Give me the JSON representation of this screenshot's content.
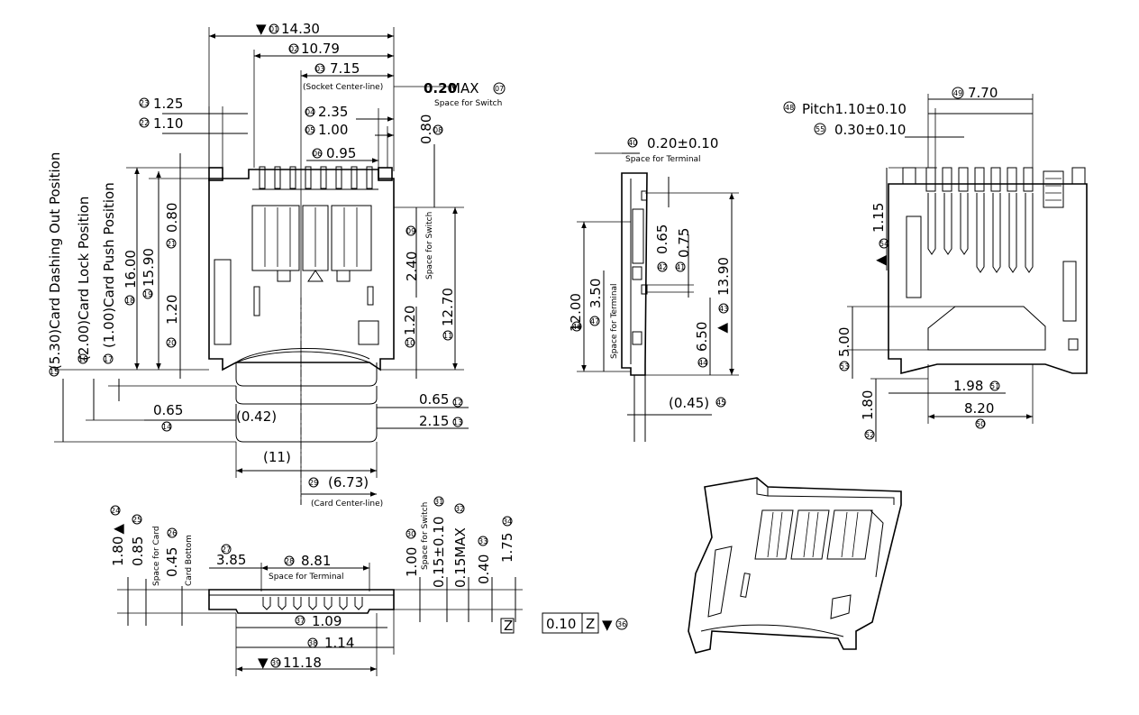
{
  "dims": {
    "d01": "14.30",
    "d02": "10.79",
    "d03": "7.15",
    "d04": "2.35",
    "d05": "1.00",
    "d06": "0.95",
    "d07": "0.20",
    "d07_suffix": "MAX",
    "d07_note": "Space for Switch",
    "d03_note": "(Socket Center-line)",
    "d08": "0.80",
    "d09_note": "Space for Switch",
    "d10": "2.40",
    "d11": "12.70",
    "d12": "0.65",
    "d13": "2.15",
    "d14": "0.65",
    "d15": "(5.30)Card Dashing Out Position",
    "d16": "(2.00)Card Lock Position",
    "d17": "(1.00)Card Push Position",
    "d18": "16.00",
    "d19": "15.90",
    "d20": "1.20",
    "d21": "0.80",
    "d22": "1.10",
    "d23": "1.25",
    "d42x": "(0.42)",
    "d11x": "(11)",
    "d29": "(6.73)",
    "d29_note": "(Card Center-line)",
    "d10b": "1.20",
    "d24": "1.80",
    "d25": "0.85",
    "d25_note": "Space for Card",
    "d26": "0.45",
    "d26_note": "Card Bottom",
    "d27": "3.85",
    "d28": "8.81",
    "d28_note": "Space for Terminal",
    "d30": "1.00",
    "d30_note": "Space for Switch",
    "d31": "0.15±0.10",
    "d32": "0.15MAX",
    "d33": "0.40",
    "d34": "1.75",
    "d36": "0.10",
    "d36_ref": "Z",
    "d37": "1.09",
    "d38": "1.14",
    "d39": "11.18",
    "z_label": "Z",
    "d40": "0.20±0.10",
    "d40_note": "Space for Terminal",
    "d41": "0.75",
    "d42": "0.65",
    "d43": "13.90",
    "d44": "6.50",
    "d45": "(0.45)",
    "d46": "12.00",
    "d47": "3.50",
    "d47_note": "Space for Terminal",
    "d48": "Pitch1.10±0.10",
    "d49": "7.70",
    "d50": "8.20",
    "d51": "1.98",
    "d52": "1.80",
    "d53": "5.00",
    "d54": "1.15",
    "d55": "0.30±0.10"
  },
  "balloons": {
    "b01": "01",
    "b02": "02",
    "b03": "03",
    "b04": "04",
    "b05": "05",
    "b06": "06",
    "b07": "07",
    "b08": "08",
    "b09": "09",
    "b10": "10",
    "b11": "11",
    "b12": "12",
    "b13": "13",
    "b14": "14",
    "b15": "15",
    "b16": "16",
    "b17": "17",
    "b18": "18",
    "b19": "19",
    "b20": "20",
    "b21": "21",
    "b22": "22",
    "b23": "23",
    "b24": "24",
    "b25": "25",
    "b26": "26",
    "b27": "27",
    "b28": "28",
    "b29": "29",
    "b30": "30",
    "b31": "31",
    "b32": "32",
    "b33": "33",
    "b34": "34",
    "b36": "36",
    "b37": "37",
    "b38": "38",
    "b39": "39",
    "b40": "40",
    "b41": "41",
    "b42": "42",
    "b43": "43",
    "b44": "44",
    "b45": "45",
    "b46": "46",
    "b47": "47",
    "b48": "48",
    "b49": "49",
    "b50": "50",
    "b51": "51",
    "b52": "52",
    "b53": "53",
    "b54": "54",
    "b55": "55"
  },
  "symbols": {
    "marker": "▼"
  }
}
